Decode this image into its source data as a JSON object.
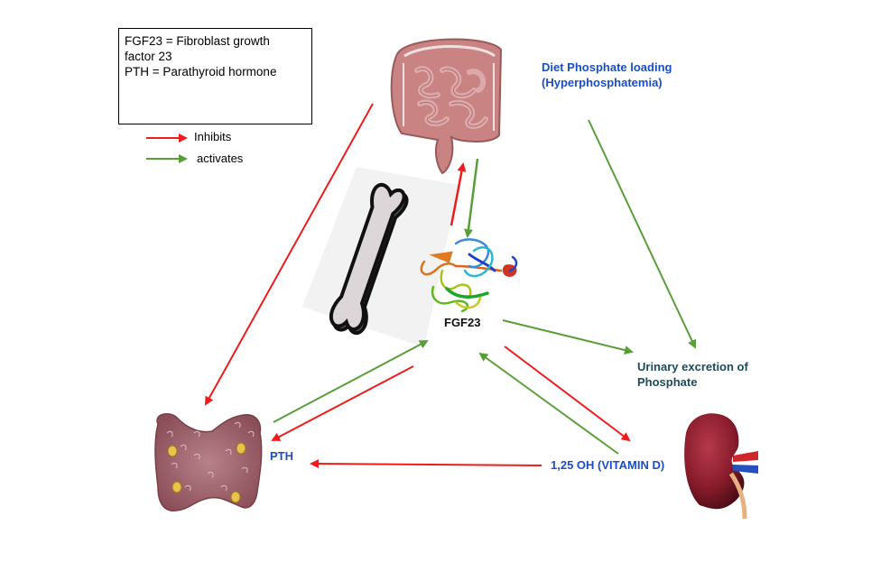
{
  "legend": {
    "lines": [
      "FGF23 = Fibroblast growth",
      "factor 23",
      "PTH = Parathyroid hormone"
    ],
    "inhibits_label": "Inhibits",
    "activates_label": "activates",
    "inhibits_color": "#ee1c1c",
    "activates_color": "#5a9e3a"
  },
  "nodes": {
    "intestine": {
      "icon": "intestine-icon"
    },
    "bone": {
      "icon": "bone-icon"
    },
    "fgf23": {
      "label": "FGF23",
      "icon": "fgf23-protein-icon"
    },
    "parathyroid": {
      "icon": "parathyroid-gland-icon"
    },
    "kidney": {
      "icon": "kidney-icon"
    },
    "pth": {
      "label": "PTH"
    },
    "vitamin_d": {
      "label": "1,25 OH (VITAMIN D)"
    },
    "diet_phosphate": {
      "line1": "Diet Phosphate loading",
      "line2": "(Hyperphosphatemia)"
    },
    "urinary_excretion": {
      "line1": "Urinary excretion of",
      "line2": "Phosphate"
    }
  },
  "edges": [
    {
      "from": "intestine",
      "to": "parathyroid",
      "type": "inhibits"
    },
    {
      "from": "fgf23",
      "to": "intestine",
      "type": "inhibits"
    },
    {
      "from": "intestine",
      "to": "fgf23",
      "type": "activates"
    },
    {
      "from": "diet_phosphate",
      "to": "urinary_excretion",
      "type": "activates"
    },
    {
      "from": "fgf23",
      "to": "urinary_excretion",
      "type": "activates"
    },
    {
      "from": "pth",
      "to": "fgf23",
      "type": "activates"
    },
    {
      "from": "fgf23",
      "to": "pth",
      "type": "inhibits"
    },
    {
      "from": "fgf23",
      "to": "vitamin_d",
      "type": "inhibits"
    },
    {
      "from": "vitamin_d",
      "to": "fgf23",
      "type": "activates"
    },
    {
      "from": "vitamin_d",
      "to": "pth",
      "type": "inhibits"
    }
  ]
}
